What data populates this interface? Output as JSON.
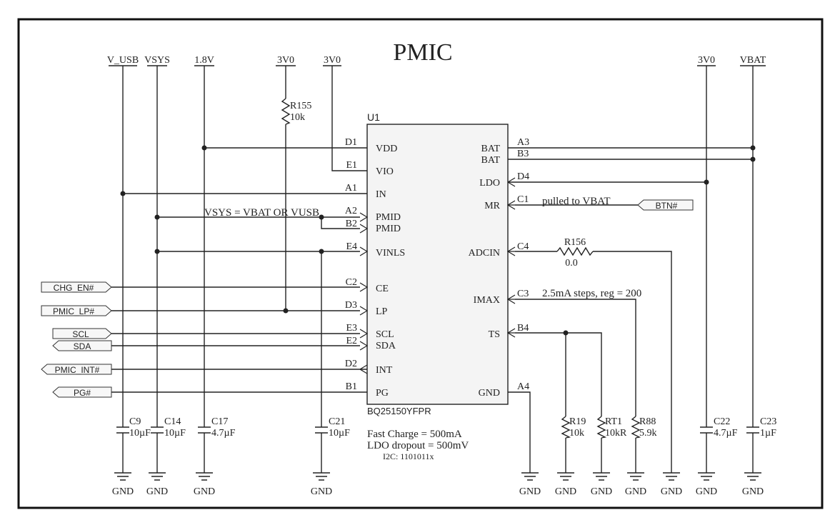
{
  "title": "PMIC",
  "ic": {
    "ref": "U1",
    "part": "BQ25150YFPR",
    "left_pins": [
      {
        "num": "D1",
        "name": "VDD"
      },
      {
        "num": "E1",
        "name": "VIO"
      },
      {
        "num": "A1",
        "name": "IN"
      },
      {
        "num": "A2",
        "name": "PMID"
      },
      {
        "num": "B2",
        "name": "PMID"
      },
      {
        "num": "E4",
        "name": "VINLS"
      },
      {
        "num": "C2",
        "name": "CE"
      },
      {
        "num": "D3",
        "name": "LP"
      },
      {
        "num": "E3",
        "name": "SCL"
      },
      {
        "num": "E2",
        "name": "SDA"
      },
      {
        "num": "D2",
        "name": "INT"
      },
      {
        "num": "B1",
        "name": "PG"
      }
    ],
    "right_pins": [
      {
        "num": "A3",
        "name": "BAT"
      },
      {
        "num": "B3",
        "name": "BAT"
      },
      {
        "num": "D4",
        "name": "LDO"
      },
      {
        "num": "C1",
        "name": "MR"
      },
      {
        "num": "C4",
        "name": "ADCIN"
      },
      {
        "num": "C3",
        "name": "IMAX"
      },
      {
        "num": "B4",
        "name": "TS"
      },
      {
        "num": "A4",
        "name": "GND"
      }
    ]
  },
  "rails": {
    "v_usb": "V_USB",
    "vsys": "VSYS",
    "v1v8": "1.8V",
    "v3v0_a": "3V0",
    "v3v0_b": "3V0",
    "v3v0_c": "3V0",
    "vbat": "VBAT"
  },
  "ports": {
    "chg_en": "CHG_EN#",
    "pmic_lp": "PMIC_LP#",
    "scl": "SCL",
    "sda": "SDA",
    "pmic_int": "PMIC_INT#",
    "pg": "PG#",
    "btn": "BTN#"
  },
  "resistors": {
    "r155": {
      "ref": "R155",
      "value": "10k"
    },
    "r156": {
      "ref": "R156",
      "value": "0.0"
    },
    "r19": {
      "ref": "R19",
      "value": "10k"
    },
    "rt1": {
      "ref": "RT1",
      "value": "10kR"
    },
    "r88": {
      "ref": "R88",
      "value": "5.9k"
    }
  },
  "capacitors": {
    "c9": {
      "ref": "C9",
      "value": "10µF"
    },
    "c14": {
      "ref": "C14",
      "value": "10µF"
    },
    "c17": {
      "ref": "C17",
      "value": "4.7µF"
    },
    "c21": {
      "ref": "C21",
      "value": "10µF"
    },
    "c22": {
      "ref": "C22",
      "value": "4.7µF"
    },
    "c23": {
      "ref": "C23",
      "value": "1µF"
    }
  },
  "ground_label": "GND",
  "notes": {
    "vsys_note": "VSYS = VBAT OR VUSB",
    "mr_note": "pulled to VBAT",
    "imax_note": "2.5mA steps, reg = 200",
    "fast_charge": "Fast Charge = 500mA",
    "ldo_dropout": "LDO dropout = 500mV",
    "i2c_addr": "I2C: 1101011x"
  }
}
